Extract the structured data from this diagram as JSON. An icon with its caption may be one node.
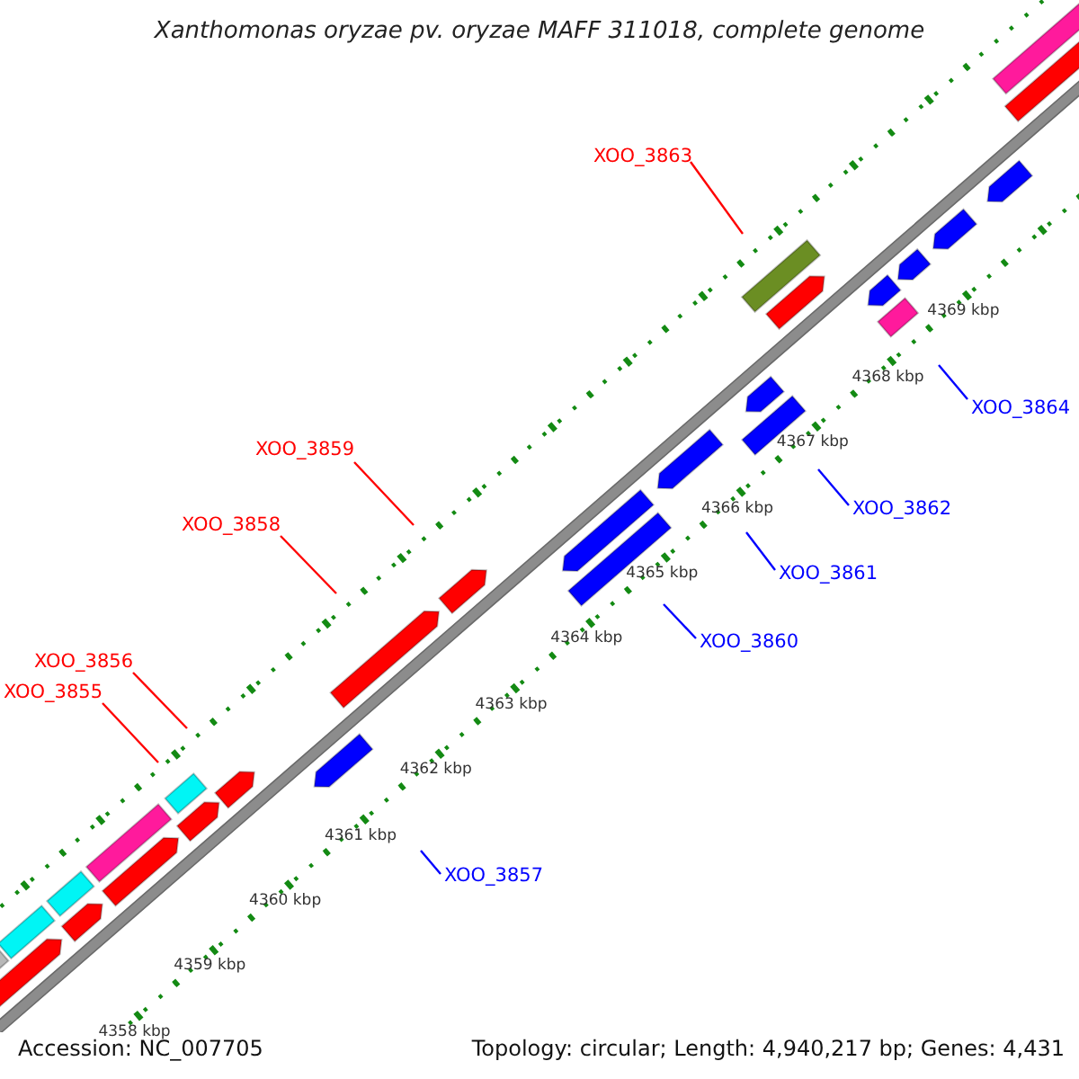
{
  "diagram": {
    "title": "Xanthomonas oryzae pv. oryzae MAFF 311018, complete genome",
    "nodes": [
      {
        "text": [
          "XOO_3863"
        ]
      },
      {
        "text": [
          "XOO_3864"
        ]
      },
      {
        "text": [
          "XOO_3859"
        ]
      },
      {
        "text": [
          "XOO_3862"
        ]
      },
      {
        "text": [
          "XOO_3858"
        ]
      },
      {
        "text": [
          "XOO_3861"
        ]
      },
      {
        "text": [
          "XOO_3860"
        ]
      },
      {
        "text": [
          "XOO_3856"
        ]
      },
      {
        "text": [
          "XOO_3855"
        ]
      },
      {
        "text": [
          "XOO_3857"
        ]
      }
    ],
    "edges": [
      {
        "from": 0,
        "to": null,
        "arrow": "none",
        "color": "#ff0000"
      },
      {
        "from": 1,
        "to": null,
        "arrow": "none",
        "color": "#0000ff"
      },
      {
        "from": 2,
        "to": null,
        "arrow": "none",
        "color": "#ff0000"
      },
      {
        "from": 3,
        "to": null,
        "arrow": "none",
        "color": "#0000ff"
      },
      {
        "from": 4,
        "to": null,
        "arrow": "none",
        "color": "#ff0000"
      },
      {
        "from": 5,
        "to": null,
        "arrow": "none",
        "color": "#0000ff"
      },
      {
        "from": 6,
        "to": null,
        "arrow": "none",
        "color": "#0000ff"
      },
      {
        "from": 7,
        "to": null,
        "arrow": "none",
        "color": "#ff0000"
      },
      {
        "from": 8,
        "to": null,
        "arrow": "none",
        "color": "#ff0000"
      },
      {
        "from": 9,
        "to": null,
        "arrow": "none",
        "color": "#0000ff"
      }
    ],
    "labels": [
      "4369 kbp",
      "4368 kbp",
      "4367 kbp",
      "4366 kbp",
      "4365 kbp",
      "4364 kbp",
      "4363 kbp",
      "4362 kbp",
      "4361 kbp",
      "4360 kbp",
      "4359 kbp",
      "4358 kbp",
      "Accession: NC_007705",
      "Topology: circular; Length: 4,940,217 bp; Genes: 4,431"
    ]
  }
}
